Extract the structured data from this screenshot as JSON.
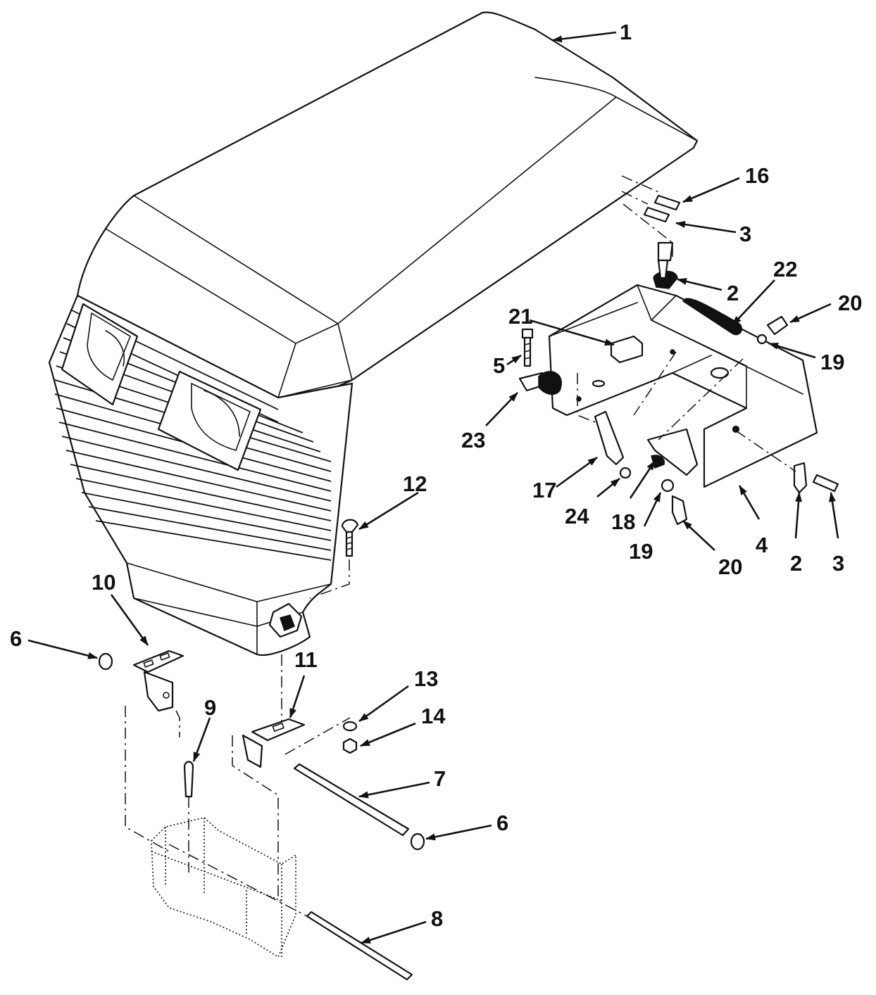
{
  "figure": {
    "labels": [
      {
        "id": "c1",
        "text": "1"
      },
      {
        "id": "c16",
        "text": "16"
      },
      {
        "id": "c3a",
        "text": "3"
      },
      {
        "id": "c22",
        "text": "22"
      },
      {
        "id": "c2a",
        "text": "2"
      },
      {
        "id": "c20a",
        "text": "20"
      },
      {
        "id": "c21",
        "text": "21"
      },
      {
        "id": "c19a",
        "text": "19"
      },
      {
        "id": "c5",
        "text": "5"
      },
      {
        "id": "c23",
        "text": "23"
      },
      {
        "id": "c12",
        "text": "12"
      },
      {
        "id": "c17",
        "text": "17"
      },
      {
        "id": "c24",
        "text": "24"
      },
      {
        "id": "c18",
        "text": "18"
      },
      {
        "id": "c19b",
        "text": "19"
      },
      {
        "id": "c20b",
        "text": "20"
      },
      {
        "id": "c4",
        "text": "4"
      },
      {
        "id": "c2b",
        "text": "2"
      },
      {
        "id": "c3b",
        "text": "3"
      },
      {
        "id": "c10",
        "text": "10"
      },
      {
        "id": "c6a",
        "text": "6"
      },
      {
        "id": "c11",
        "text": "11"
      },
      {
        "id": "c13",
        "text": "13"
      },
      {
        "id": "c14",
        "text": "14"
      },
      {
        "id": "c9",
        "text": "9"
      },
      {
        "id": "c7",
        "text": "7"
      },
      {
        "id": "c6b",
        "text": "6"
      },
      {
        "id": "c8",
        "text": "8"
      }
    ]
  }
}
